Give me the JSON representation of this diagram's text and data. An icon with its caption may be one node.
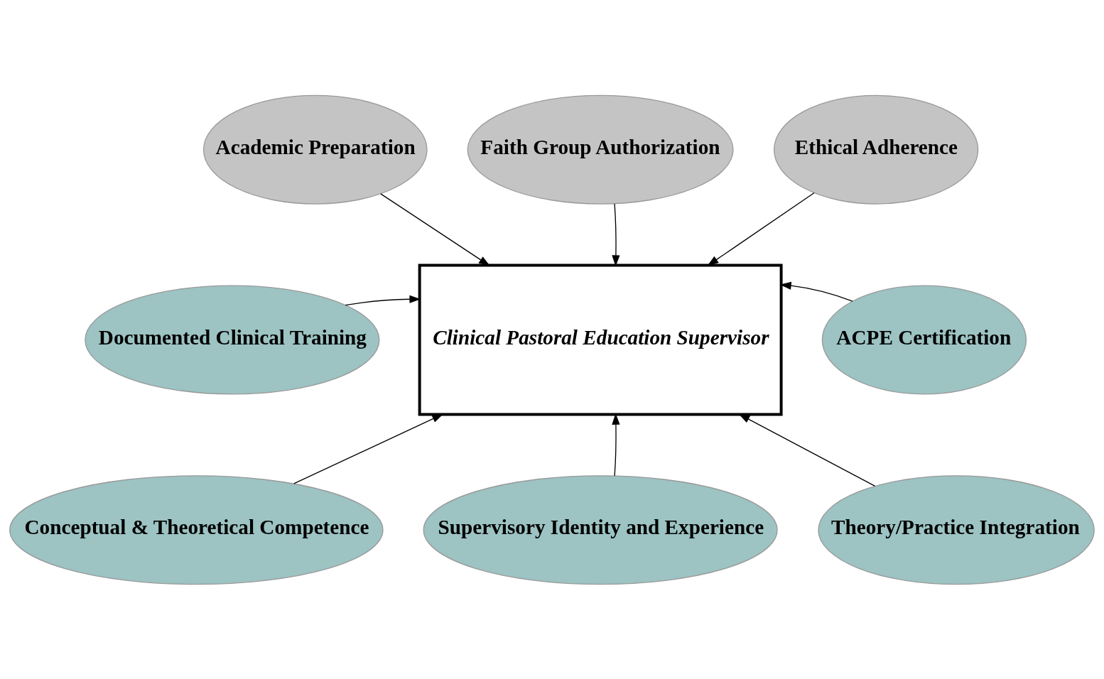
{
  "diagram": {
    "nodes": [
      {
        "text": [
          "Academic Preparation"
        ]
      },
      {
        "text": [
          "Faith Group Authorization"
        ]
      },
      {
        "text": [
          "Ethical Adherence"
        ]
      },
      {
        "text": [
          "Clinical Pastoral Education Supervisor"
        ]
      },
      {
        "text": [
          "Documented Clinical Training"
        ]
      },
      {
        "text": [
          "ACPE Certification"
        ]
      },
      {
        "text": [
          "Conceptual & Theoretical Competence"
        ]
      },
      {
        "text": [
          "Supervisory Identity and Experience"
        ]
      },
      {
        "text": [
          "Theory/Practice Integration"
        ]
      }
    ],
    "edges": [
      {
        "from": 0,
        "to": 3,
        "arrow": "to"
      },
      {
        "from": 1,
        "to": 3,
        "arrow": "to"
      },
      {
        "from": 2,
        "to": 3,
        "arrow": "to"
      },
      {
        "from": 4,
        "to": 3,
        "arrow": "to"
      },
      {
        "from": 5,
        "to": 3,
        "arrow": "to"
      },
      {
        "from": 6,
        "to": 3,
        "arrow": "to"
      },
      {
        "from": 7,
        "to": 3,
        "arrow": "to"
      },
      {
        "from": 8,
        "to": 3,
        "arrow": "to"
      }
    ]
  }
}
